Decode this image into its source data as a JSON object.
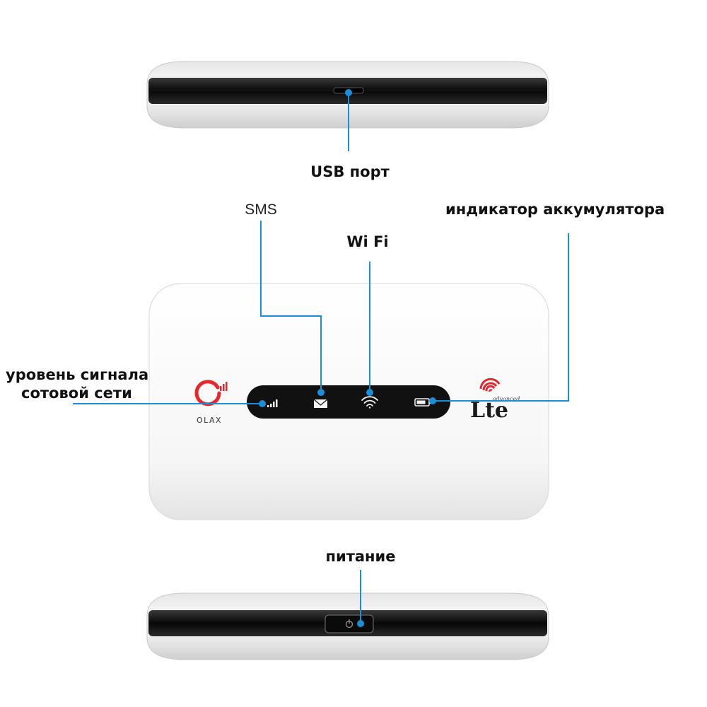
{
  "labels": {
    "usb_port": "USB порт",
    "sms": "SMS",
    "wifi": "Wi Fi",
    "battery_indicator": "индикатор аккумулятора",
    "signal_line1": "уровень сигнала",
    "signal_line2": "сотовой сети",
    "power": "питание"
  },
  "device": {
    "brand": "OLAX",
    "network_badge": "Lte",
    "badge_small_text": "advanced"
  },
  "icons": [
    "signal-bars-icon",
    "envelope-icon",
    "wifi-icon",
    "battery-icon",
    "power-icon",
    "olax-logo-icon",
    "lte-logo-icon"
  ],
  "colors": {
    "callout": "#1a8fd9",
    "callout_dot": "#1a8fd9",
    "device_body": "#ffffff",
    "panel": "#111111",
    "logo_red": "#e8262b"
  }
}
